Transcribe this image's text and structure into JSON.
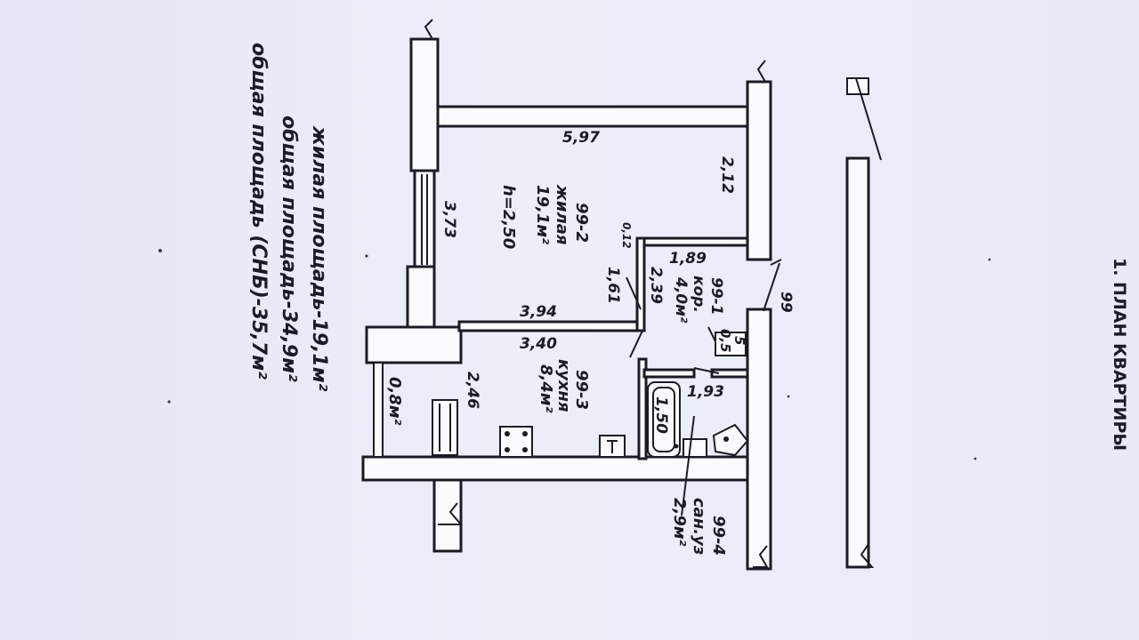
{
  "document": {
    "title": "1.  ПЛАН КВАРТИРЫ",
    "summary": [
      "жилая площадь-19,1м²",
      "общая площадь-34,9м²",
      "общая площадь (СНБ)-35,7м²"
    ],
    "rooms": {
      "living": {
        "code": "99-2",
        "name": "жилая",
        "area": "19,1м²",
        "height": "h=2,50"
      },
      "corridor": {
        "code": "99-1",
        "name": "кор.",
        "area": "4,0м²"
      },
      "kitchen": {
        "code": "99-3",
        "name": "кухня",
        "area": "8,4м²"
      },
      "bathroom": {
        "code": "99-4",
        "name": "сан.уз",
        "area": "2,9м²"
      },
      "balcony": {
        "area": "0,8м²"
      }
    },
    "dimensions": {
      "living_length": "5,97",
      "living_width": "3,73",
      "living_inner": "3,94",
      "top_small": "2,12",
      "corridor_len": "1,89",
      "corridor_w": "2,39",
      "door_gap": "0,12",
      "corridor_b": "1,61",
      "kitchen_len": "3,40",
      "kitchen_w": "2,46",
      "bath_w": "1,93",
      "bath_tub": "1,50",
      "niche_a": "5",
      "niche_b": "0,5",
      "flat_no": "99"
    }
  }
}
